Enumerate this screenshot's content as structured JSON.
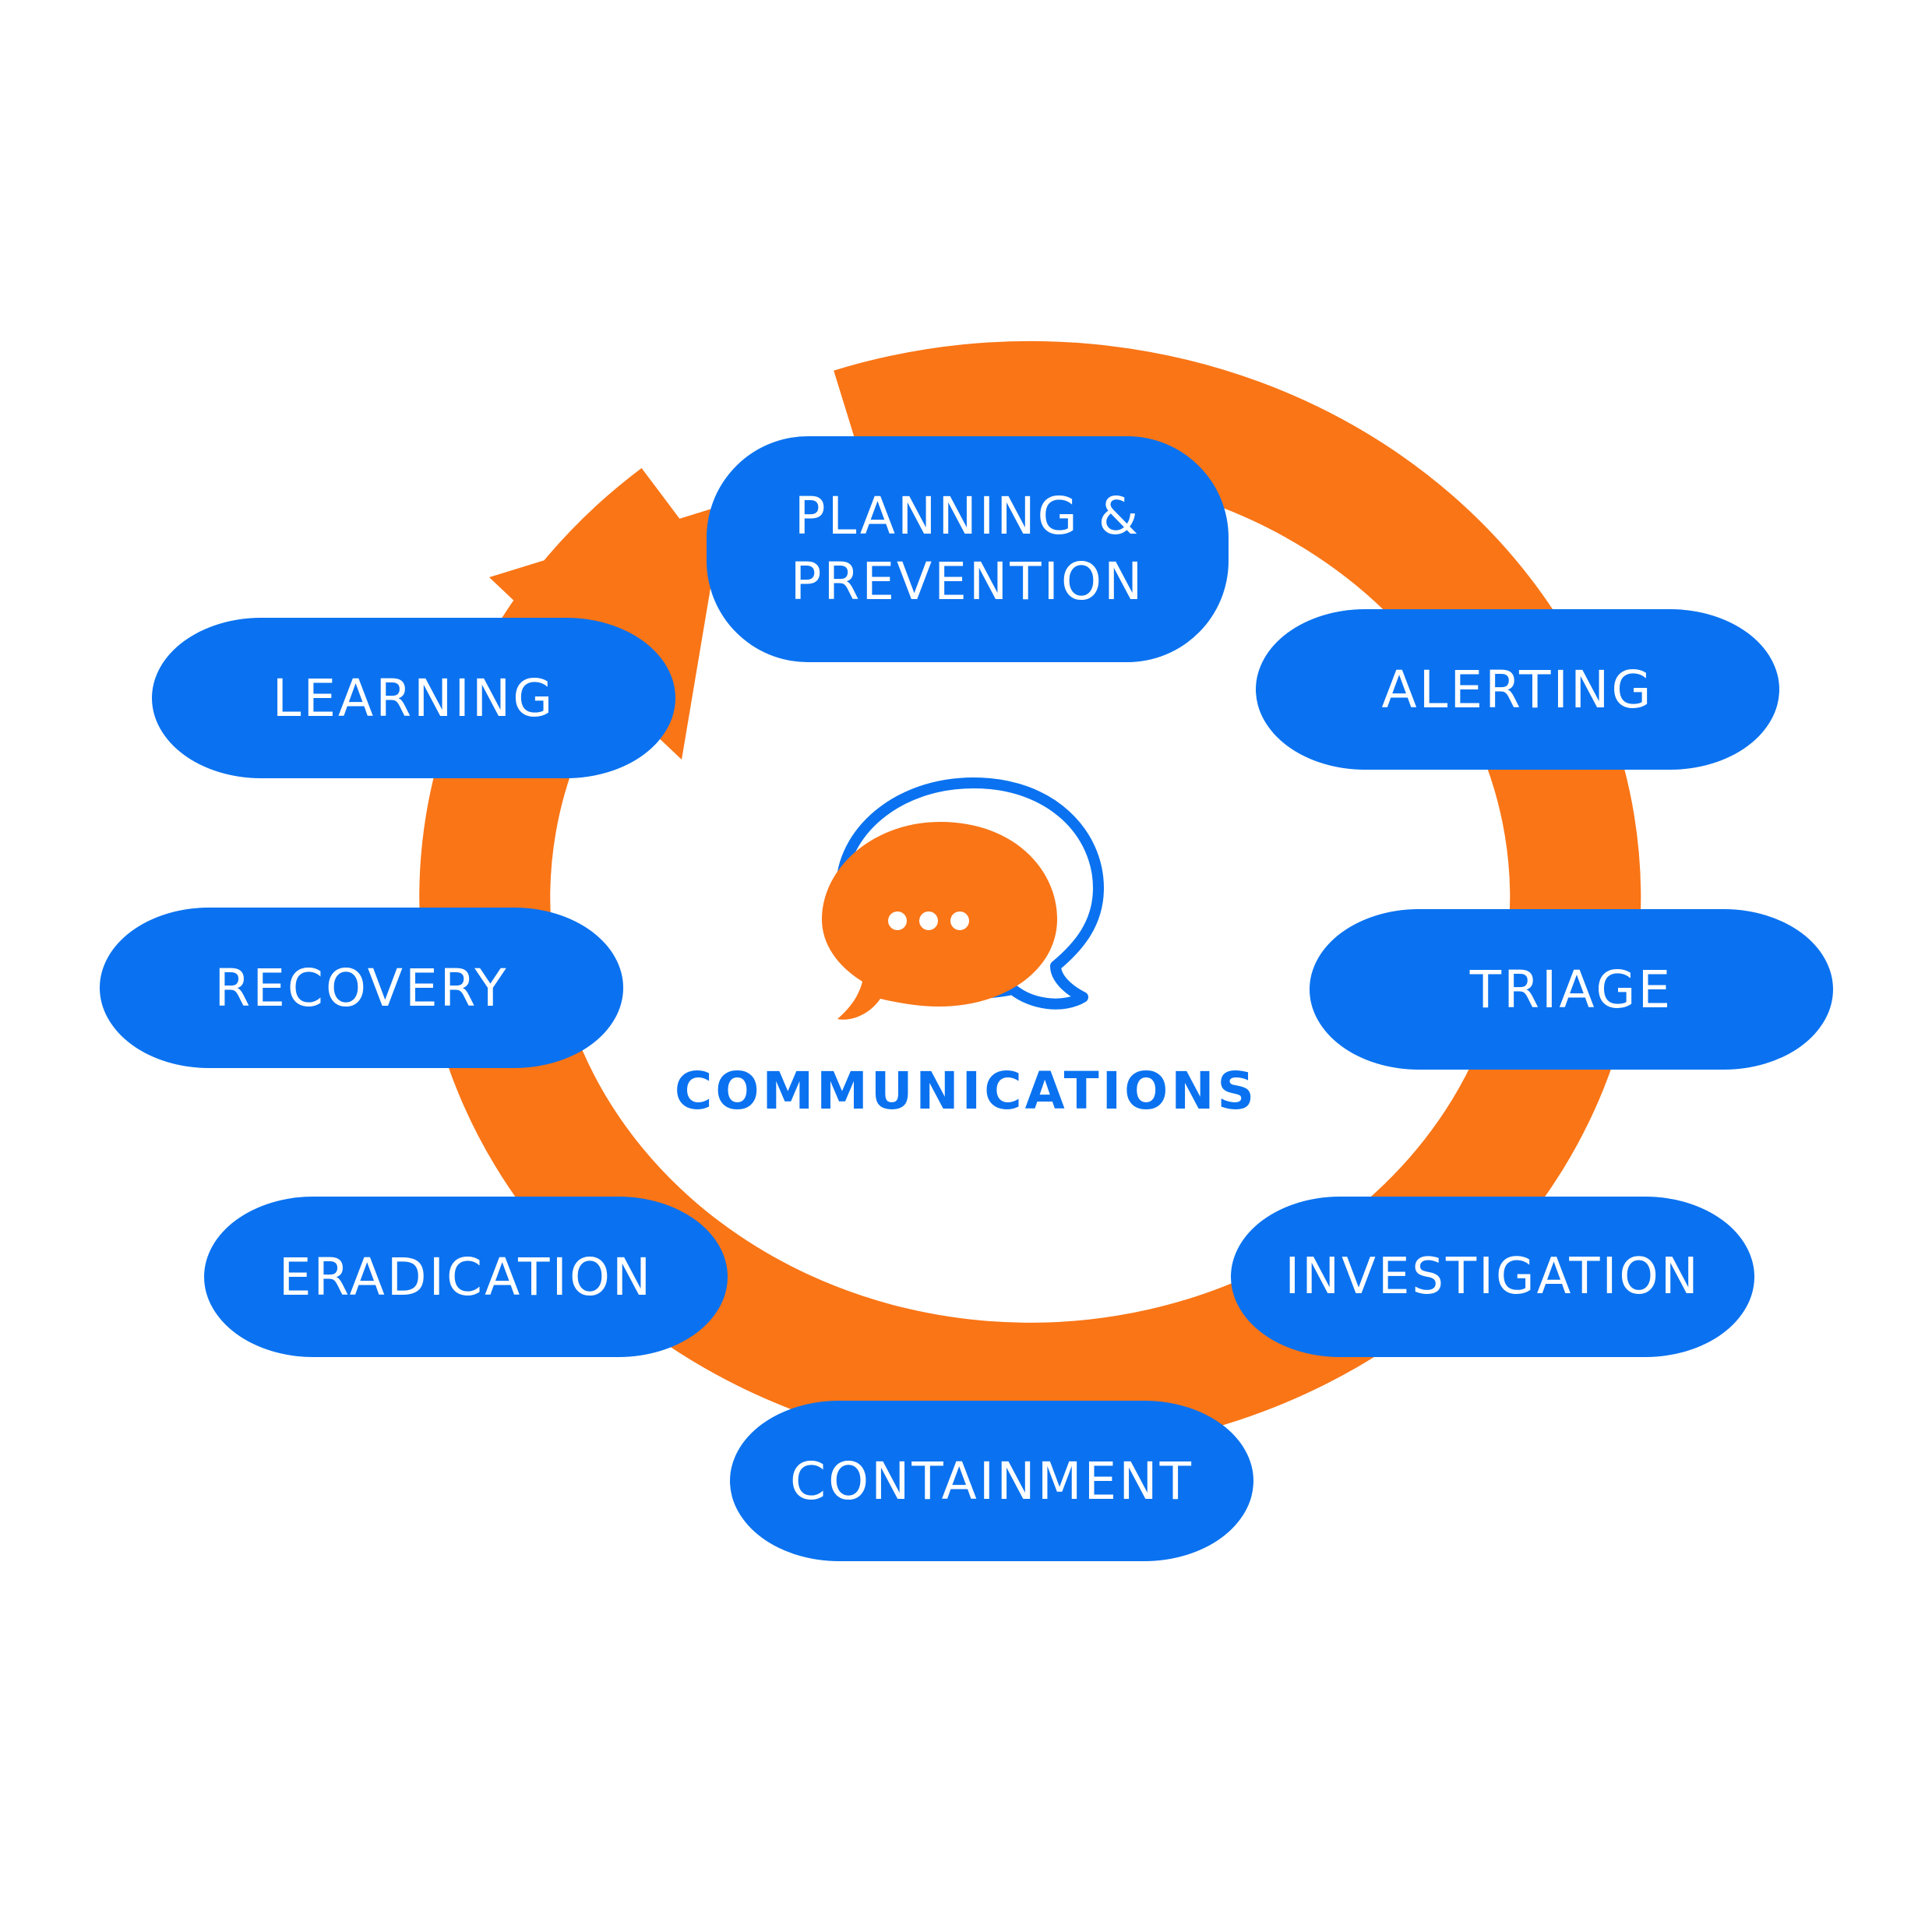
{
  "colors": {
    "cycle_arrow": "#f97516",
    "stage_fill": "#0a72f0",
    "stage_text": "#ffffff",
    "center_text": "#0a72f0",
    "icon_front_bubble": "#f97516",
    "icon_back_bubble_outline": "#0a72f0"
  },
  "icon": "chat-bubbles-icon",
  "center": {
    "label": "COMMUNICATIONS"
  },
  "stages": {
    "planning": {
      "line1": "PLANNING &",
      "line2": "PREVENTION"
    },
    "alerting": "ALERTING",
    "triage": "TRIAGE",
    "investigation": "INVESTIGATION",
    "containment": "CONTAINMENT",
    "eradication": "ERADICATION",
    "recovery": "RECOVERY",
    "learning": "LEARNING"
  }
}
